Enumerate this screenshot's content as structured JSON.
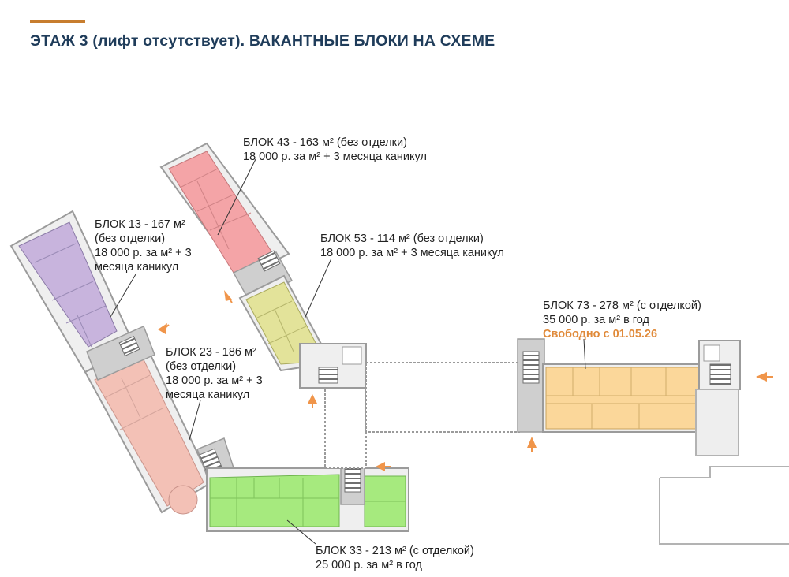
{
  "page": {
    "title": "ЭТАЖ 3 (лифт отсутствует). ВАКАНТНЫЕ БЛОКИ НА СХЕМЕ",
    "accent_color": "#c77d2e"
  },
  "blocks": [
    {
      "id": "block-43",
      "color": "#f4a4a7",
      "lines": [
        "БЛОК 43 - 163 м² (без отделки)",
        "18 000 р. за м² + 3 месяца каникул"
      ]
    },
    {
      "id": "block-13",
      "color": "#c8b4dd",
      "lines": [
        "БЛОК 13 - 167 м²",
        "(без отделки)",
        "18 000 р. за м² + 3",
        "месяца каникул"
      ]
    },
    {
      "id": "block-53",
      "color": "#e3e39a",
      "lines": [
        "БЛОК 53 - 114 м² (без отделки)",
        "18 000 р. за м² + 3 месяца каникул"
      ]
    },
    {
      "id": "block-23",
      "color": "#f3c1b6",
      "lines": [
        "БЛОК 23 - 186 м²",
        "(без отделки)",
        "18 000 р. за м² + 3",
        "месяца каникул"
      ]
    },
    {
      "id": "block-73",
      "color": "#fbd79a",
      "lines": [
        "БЛОК 73 - 278 м² (с отделкой)",
        "35 000 р. за м² в год"
      ],
      "note": "Свободно с 01.05.26",
      "note_color": "#e08a3a"
    },
    {
      "id": "block-33",
      "color": "#a6ea7e",
      "lines": [
        "БЛОК 33 - 213 м² (с отделкой)",
        "25 000 р. за м² в год"
      ]
    }
  ],
  "colors": {
    "wall": "#b3b3b3",
    "stair": "#7a7a7a",
    "entrance_arrow": "#f0954a"
  },
  "icons": [
    "entrance-arrow-icon",
    "staircase-icon"
  ]
}
